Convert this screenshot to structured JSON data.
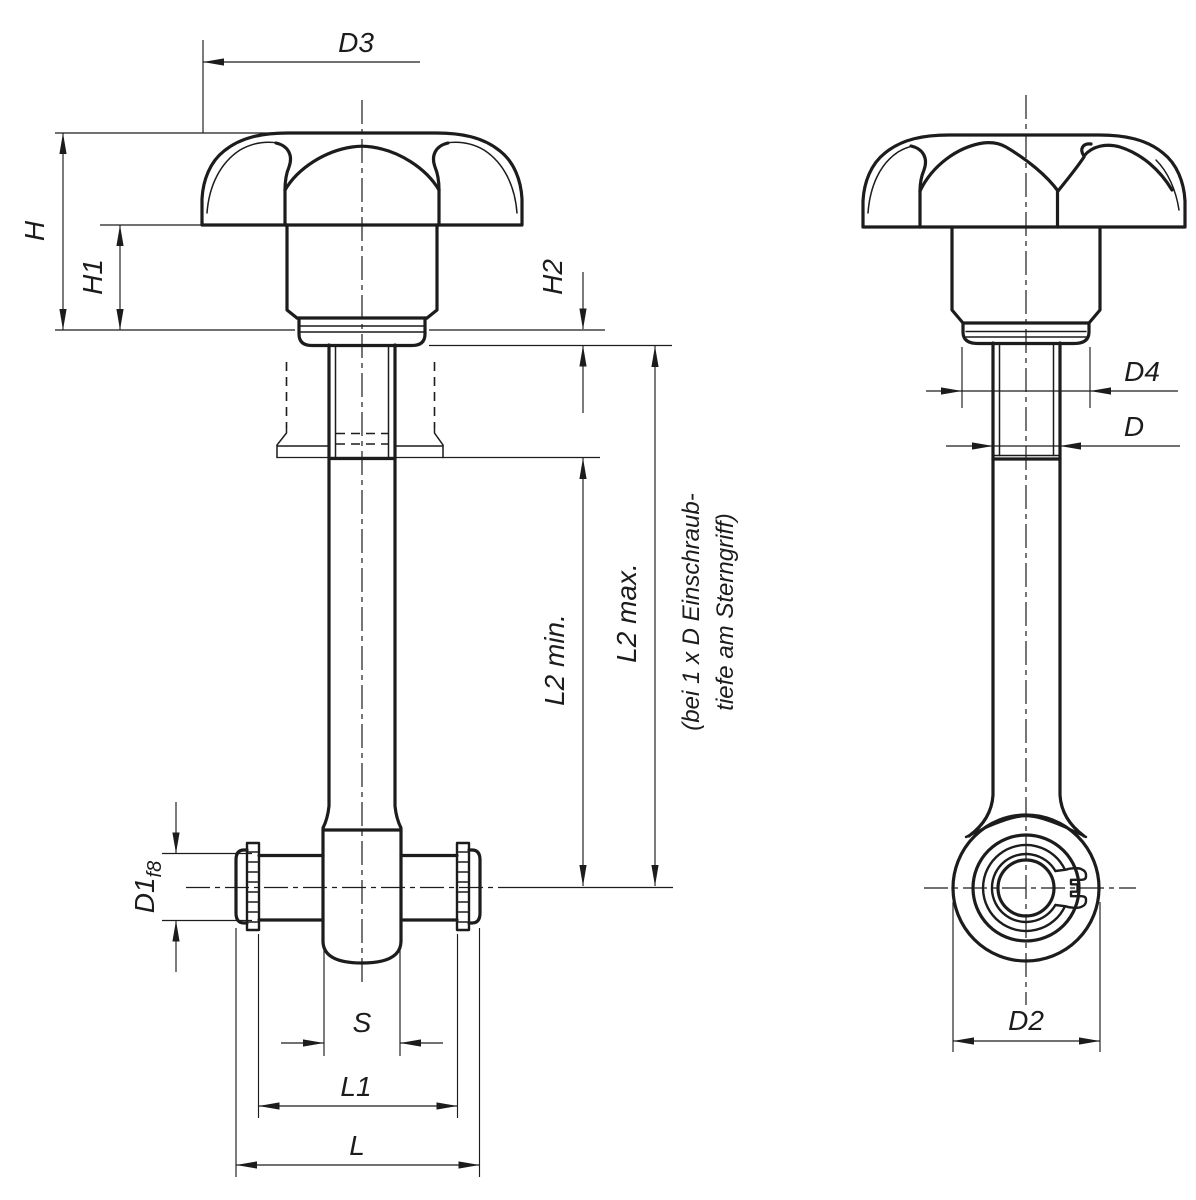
{
  "labels": {
    "d3": "D3",
    "h": "H",
    "h1": "H1",
    "h2": "H2",
    "l2min": "L2 min.",
    "l2max": "L2 max.",
    "d1_main": "D1",
    "d1_sub": "f8",
    "s": "S",
    "l1": "L1",
    "l": "L",
    "d4": "D4",
    "d": "D",
    "d2": "D2"
  },
  "note": {
    "line1": "(bei 1 x D Einschraub-",
    "line2": "tiefe am Sterngriff)"
  },
  "colors": {
    "line": "#1c1c1c",
    "background": "#ffffff"
  }
}
